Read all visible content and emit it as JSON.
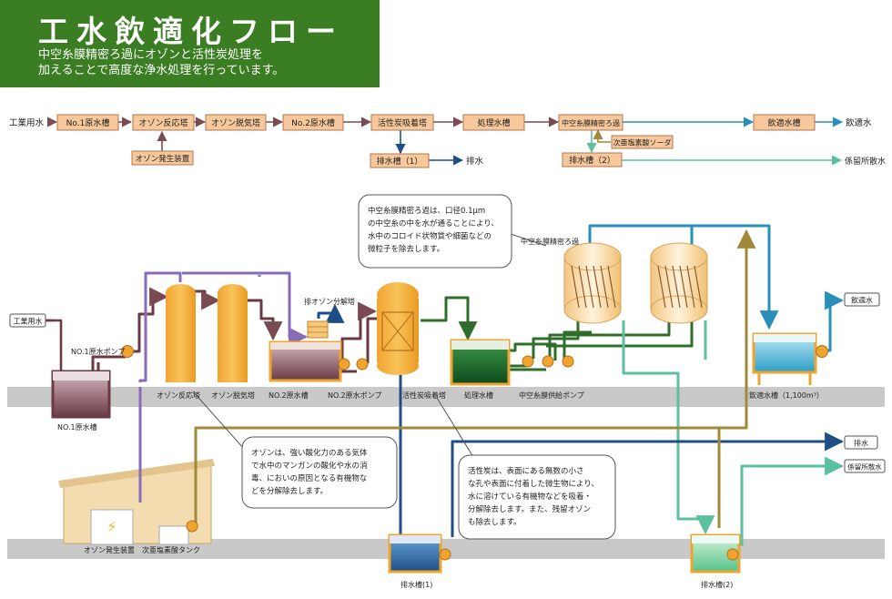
{
  "header": {
    "title": "工水飲適化フロー",
    "subtitle_line1": "中空糸膜精密ろ過にオゾンと活性炭処理を",
    "subtitle_line2": "加えることで高度な浄水処理を行っています。"
  },
  "flow": {
    "industrial_water": "工業用水",
    "no1_raw_tank": "No.1原水槽",
    "ozone_reactor": "オゾン反応塔",
    "ozone_degas": "オゾン脱気塔",
    "no2_raw_tank": "No.2原水槽",
    "activated_carbon": "活性炭吸着塔",
    "treated_tank": "処理水槽",
    "hollow_fiber": "中空糸膜精密ろ過",
    "drinking_tank": "飲適水槽",
    "drinking_water": "飲適水",
    "ozone_generator": "オゾン発生装置",
    "drain_tank_1": "排水槽（1）",
    "drain": "排水",
    "hypochlorite": "次亜塩素酸ソーダ",
    "drain_tank_2": "排水槽（2）",
    "sprinkling": "係留所散水"
  },
  "diagram": {
    "industrial_water": "工業用水",
    "no1_pump": "NO.1原水ポンプ",
    "no1_tank": "NO.1原水槽",
    "ozone_reactor": "オゾン反応塔",
    "ozone_degas": "オゾン脱気塔",
    "no2_tank": "NO.2原水槽",
    "no2_pump": "NO.2原水ポンプ",
    "ozone_exhaust": "排オゾン分解塔",
    "activated_carbon": "活性炭吸着塔",
    "treated_tank": "処理水槽",
    "feed_pump": "中空糸膜供給ポンプ",
    "hollow_fiber": "中空糸膜精密ろ過",
    "drinking_water": "飲適水",
    "drinking_tank": "飲適水槽（1,100m³）",
    "drain": "排水",
    "sprinkling": "係留所散水",
    "ozone_generator": "オゾン発生装置",
    "hypochlorite_tank": "次亜塩素酸タンク",
    "drain_tank_1": "排水槽(1)",
    "drain_tank_2": "排水槽(2)"
  },
  "callouts": {
    "membrane": [
      "中空糸膜精密ろ過は、口径0.1μm",
      "の中空糸の中を水が通ることにより、",
      "水中のコロイド状物質や細菌などの",
      "微粒子を除去します。"
    ],
    "ozone": [
      "オゾンは、強い酸化力のある気体",
      "で水中のマンガンの酸化や水の消",
      "毒、においの原因となる有機物な",
      "どを分解除去します。"
    ],
    "carbon": [
      "活性炭は、表面にある無数の小さ",
      "な孔や表面に付着した微生物により、",
      "水に溶けている有機物などを吸着・",
      "分解除去します。また、残留オゾン",
      "も除去します。"
    ]
  }
}
